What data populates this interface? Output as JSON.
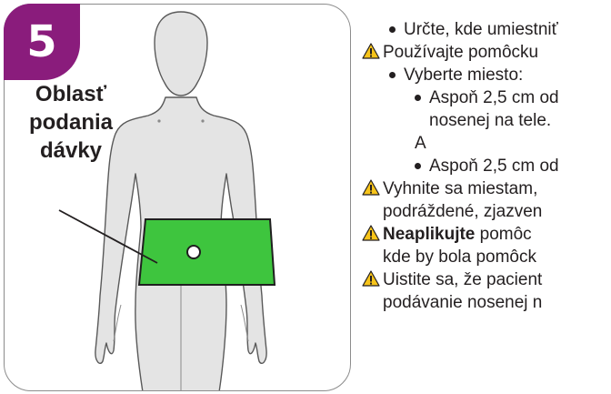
{
  "step": {
    "number": "5"
  },
  "callout": {
    "line1": "Oblasť",
    "line2": "podania",
    "line3": "dávky"
  },
  "instructions": {
    "item1": "Určte, kde umiestniť",
    "warn1": "Používajte pomôcku",
    "item2": "Vyberte miesto:",
    "sub1_line1": "Aspoň 2,5 cm od",
    "sub1_line2": "nosenej na tele.",
    "connector": "A",
    "sub2": "Aspoň 2,5 cm od",
    "warn2_line1": "Vyhnite sa miestam,",
    "warn2_line2": "podráždené, zjazven",
    "warn3_bold": "Neaplikujte",
    "warn3_rest": " pomôc",
    "warn3_line2": "kde by bola pomôck",
    "warn4_line1": "Uistite sa, že pacient",
    "warn4_line2": "podávanie nosenej n"
  },
  "colors": {
    "accent": "#8a1c7c",
    "zone": "#3ec53e",
    "body": "#e4e4e4",
    "warning": "#f7c41a"
  },
  "icons": {
    "warning": "warning-triangle-icon",
    "bullet": "bullet-dot-icon"
  }
}
